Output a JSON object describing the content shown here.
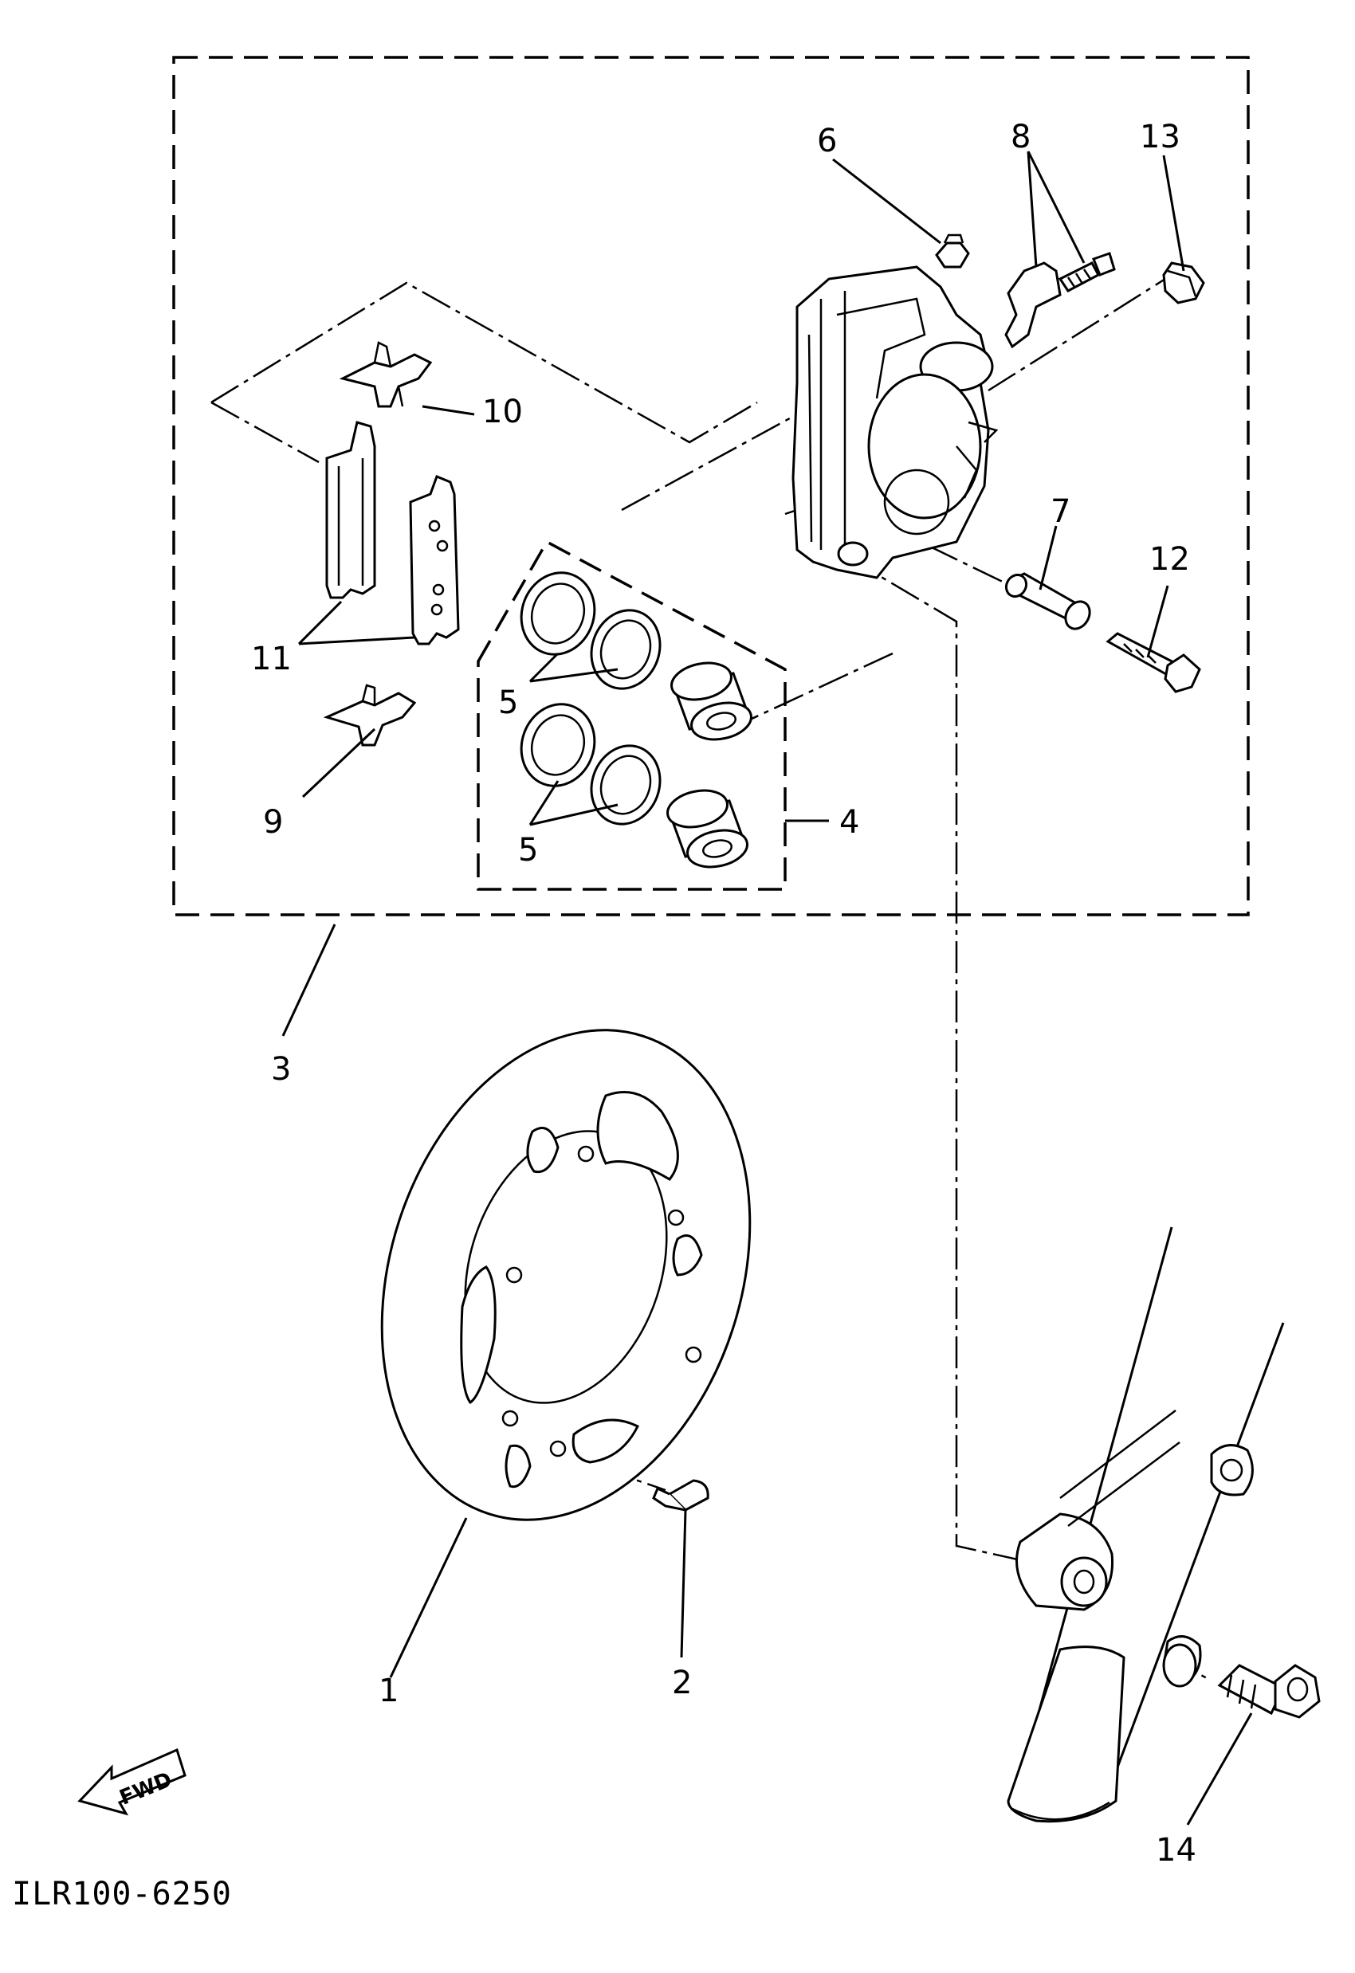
{
  "diagram": {
    "drawing_code": "ILR100-6250",
    "fwd_label": "FWD",
    "callouts": [
      {
        "id": "c1",
        "label": "1"
      },
      {
        "id": "c2",
        "label": "2"
      },
      {
        "id": "c3",
        "label": "3"
      },
      {
        "id": "c4",
        "label": "4"
      },
      {
        "id": "c5a",
        "label": "5"
      },
      {
        "id": "c5b",
        "label": "5"
      },
      {
        "id": "c6",
        "label": "6"
      },
      {
        "id": "c7",
        "label": "7"
      },
      {
        "id": "c8",
        "label": "8"
      },
      {
        "id": "c9",
        "label": "9"
      },
      {
        "id": "c10",
        "label": "10"
      },
      {
        "id": "c11",
        "label": "11"
      },
      {
        "id": "c12",
        "label": "12"
      },
      {
        "id": "c13",
        "label": "13"
      },
      {
        "id": "c14",
        "label": "14"
      }
    ]
  }
}
